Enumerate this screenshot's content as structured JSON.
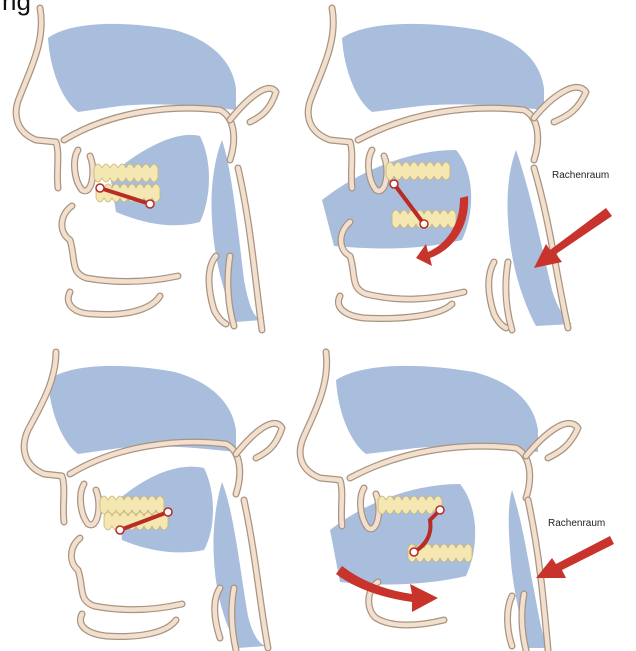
{
  "header": {
    "partial_title": "ng"
  },
  "panels": [
    {
      "id": "top-left",
      "label": ""
    },
    {
      "id": "top-right",
      "label": "Rachenraum"
    },
    {
      "id": "bottom-left",
      "label": ""
    },
    {
      "id": "bottom-right",
      "label": "Rachenraum"
    }
  ],
  "colors": {
    "tissue": "#a9bedd",
    "outline": "#a89480",
    "teeth": "#f4e7b2",
    "arrows": "#c8342c"
  }
}
